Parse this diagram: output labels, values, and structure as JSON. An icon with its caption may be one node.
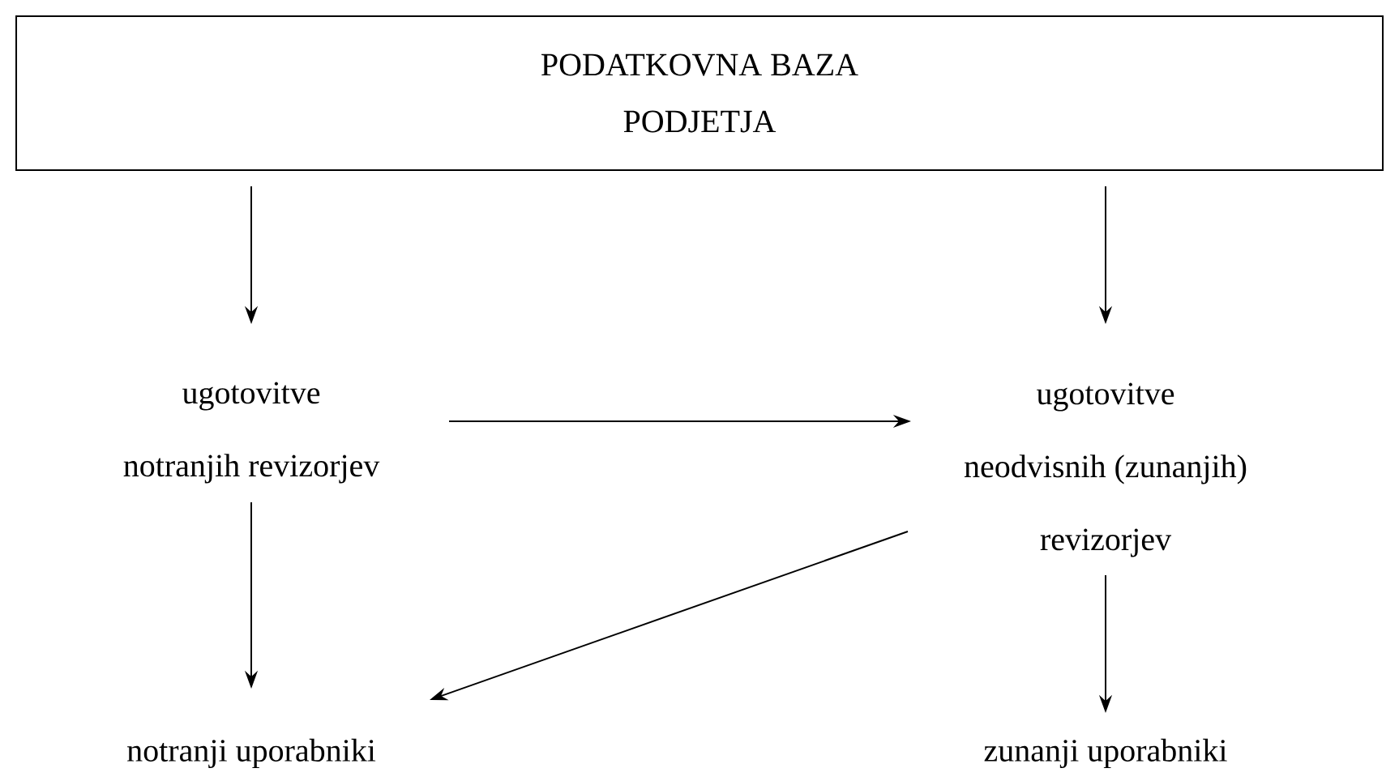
{
  "diagram": {
    "nodes": [
      {
        "text": [
          "PODATKOVNA BAZA PODJETJA"
        ]
      },
      {
        "text": [
          "ugotovitve notranjih revizorjev"
        ]
      },
      {
        "text": [
          "ugotovitve neodvisnih (zunanjih) revizorjev"
        ]
      },
      {
        "text": [
          "notranji uporabniki"
        ]
      },
      {
        "text": [
          "zunanji uporabniki"
        ]
      }
    ],
    "edges": [
      {
        "from": 0,
        "to": 1,
        "arrow": "to"
      },
      {
        "from": 0,
        "to": 2,
        "arrow": "to"
      },
      {
        "from": 1,
        "to": 2,
        "arrow": "to"
      },
      {
        "from": 1,
        "to": 3,
        "arrow": "to"
      },
      {
        "from": 2,
        "to": 3,
        "arrow": "to"
      },
      {
        "from": 2,
        "to": 4,
        "arrow": "to"
      }
    ]
  }
}
